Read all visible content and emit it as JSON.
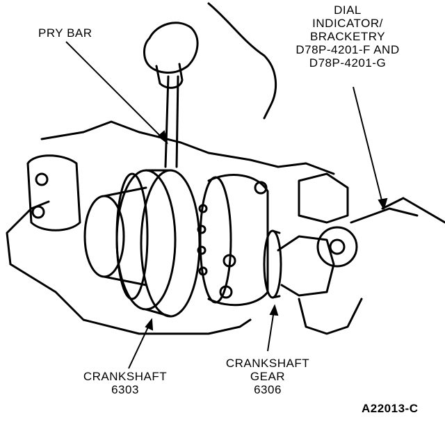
{
  "labels": {
    "pry_bar": "PRY BAR",
    "dial_indicator": [
      "DIAL",
      "INDICATOR/",
      "BRACKETRY",
      "D78P-4201-F AND",
      "D78P-4201-G"
    ],
    "crankshaft": [
      "CRANKSHAFT",
      "6303"
    ],
    "crankshaft_gear": [
      "CRANKSHAFT",
      "GEAR",
      "6306"
    ],
    "figure_id": "A22013-C"
  }
}
